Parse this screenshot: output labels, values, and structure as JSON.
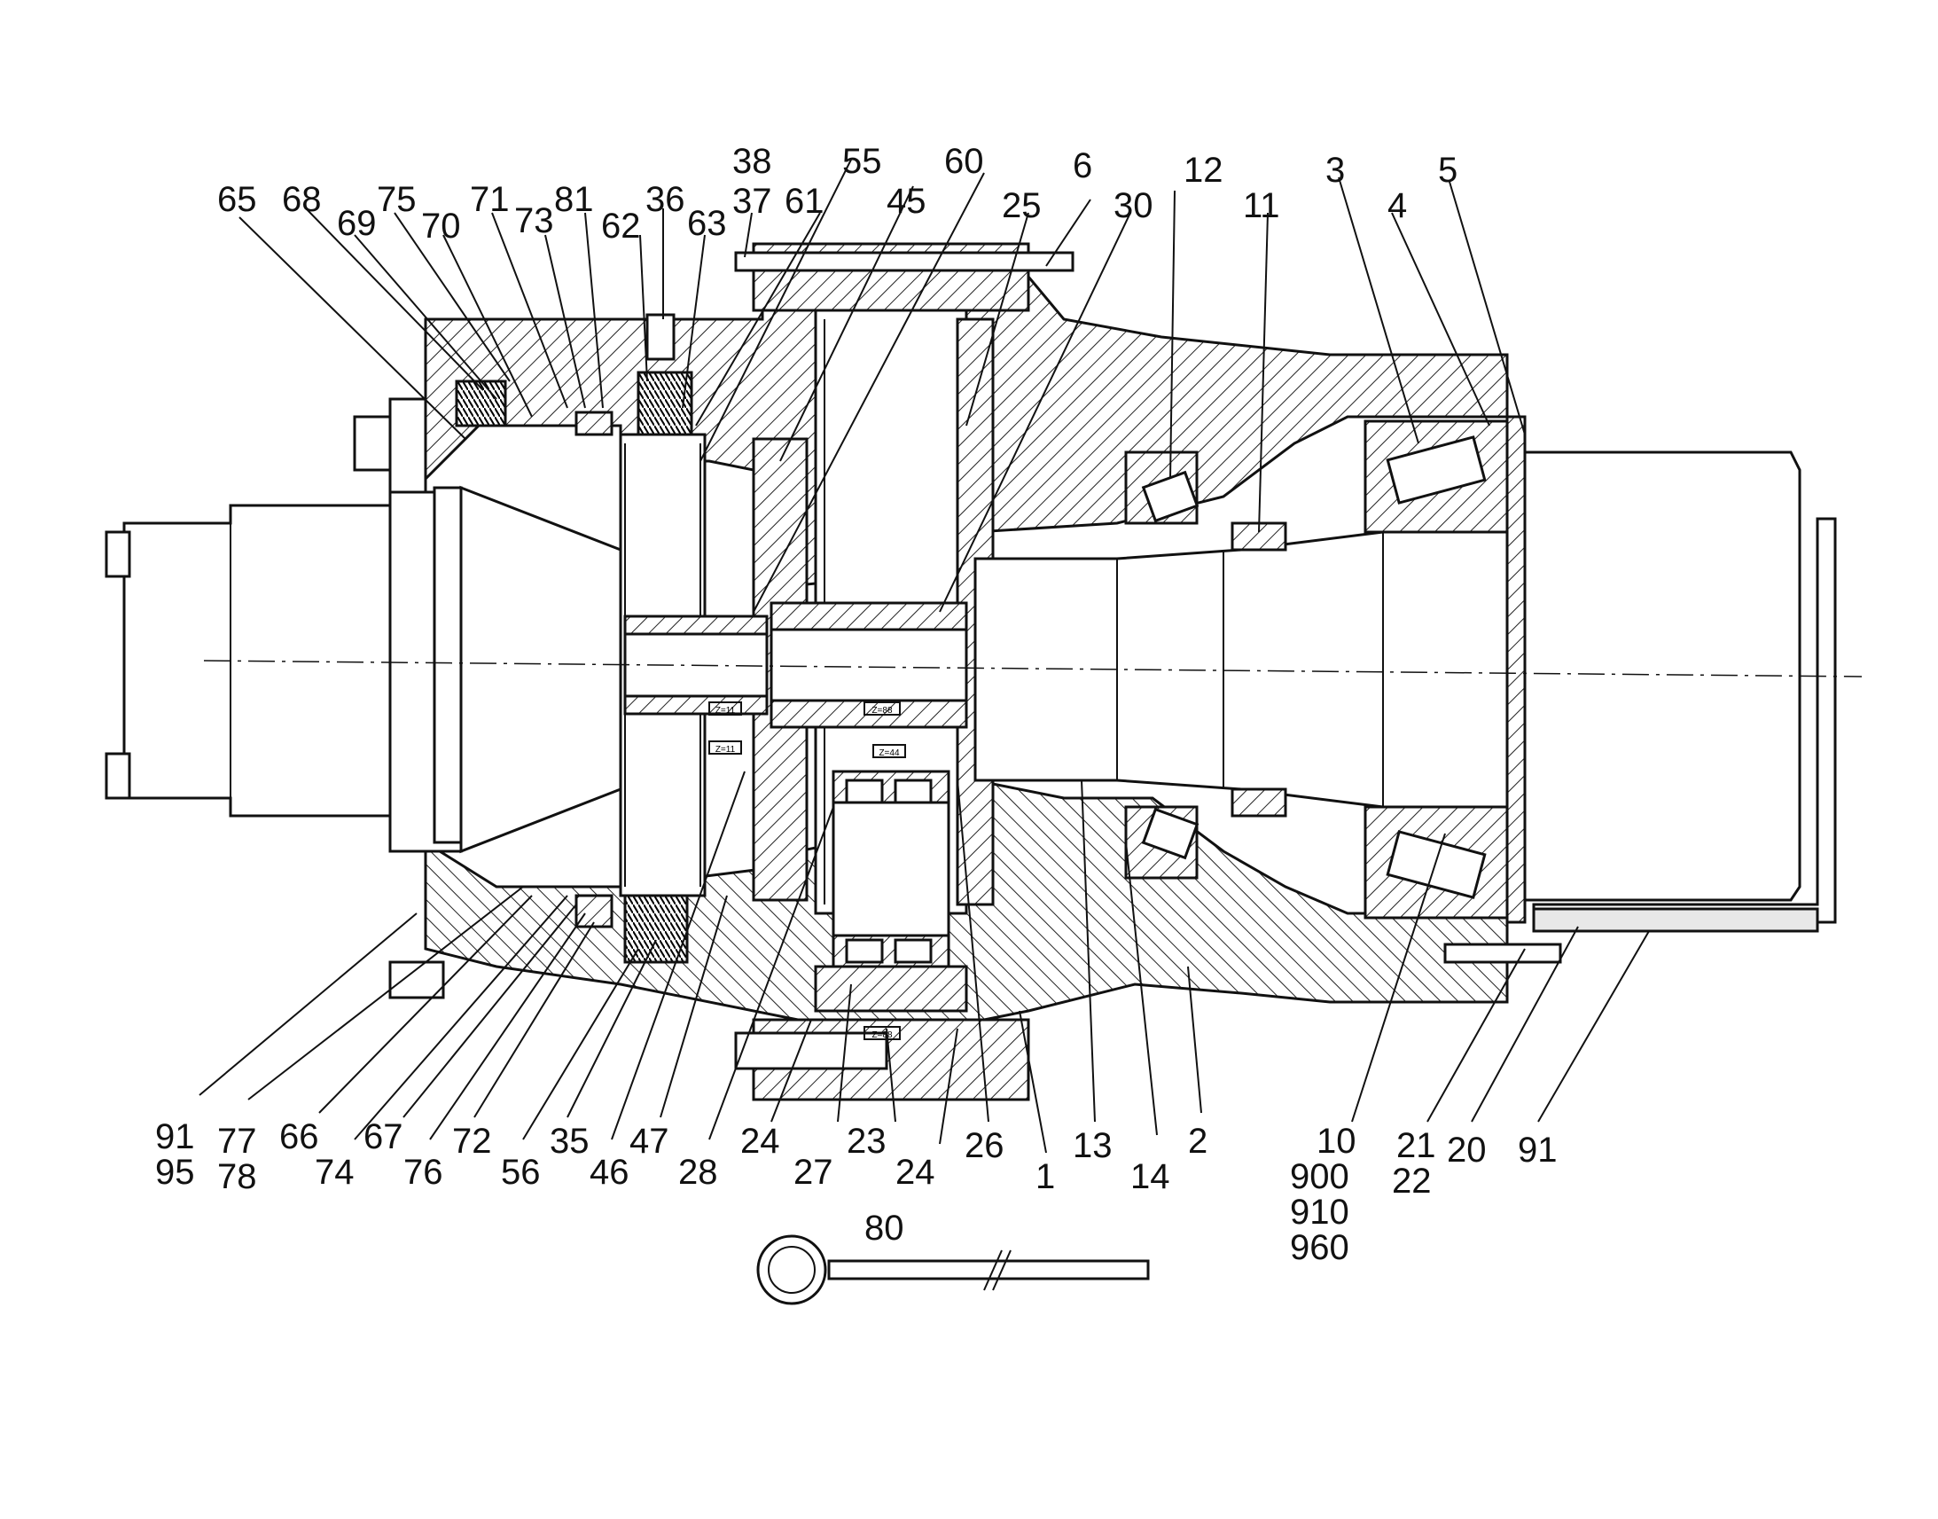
{
  "figure": {
    "type": "cross-section drawing",
    "subject": "gearbox assembly"
  },
  "part_labels": {
    "p65": "65",
    "p68": "68",
    "p69": "69",
    "p75": "75",
    "p70": "70",
    "p71": "71",
    "p73": "73",
    "p81": "81",
    "p62": "62",
    "p36": "36",
    "p63": "63",
    "p38": "38",
    "p37": "37",
    "p61": "61",
    "p55": "55",
    "p45": "45",
    "p60": "60",
    "p25": "25",
    "p6": "6",
    "p30": "30",
    "p12": "12",
    "p11": "11",
    "p3": "3",
    "p4": "4",
    "p5": "5",
    "b91a": "91",
    "b95": "95",
    "b77": "77",
    "b78": "78",
    "b66": "66",
    "b74": "74",
    "b67": "67",
    "b76": "76",
    "b72": "72",
    "b56": "56",
    "b35": "35",
    "b46": "46",
    "b47": "47",
    "b28": "28",
    "b24a": "24",
    "b27": "27",
    "b23": "23",
    "b24b": "24",
    "b26": "26",
    "b1": "1",
    "b13": "13",
    "b14": "14",
    "b2": "2",
    "b10": "10",
    "b900": "900",
    "b910": "910",
    "b960": "960",
    "b21": "21",
    "b22": "22",
    "b20": "20",
    "b91b": "91",
    "p80": "80"
  },
  "gear_tags": [
    "Z=11",
    "Z=88",
    "Z=11",
    "Z=44",
    "Z=88"
  ]
}
